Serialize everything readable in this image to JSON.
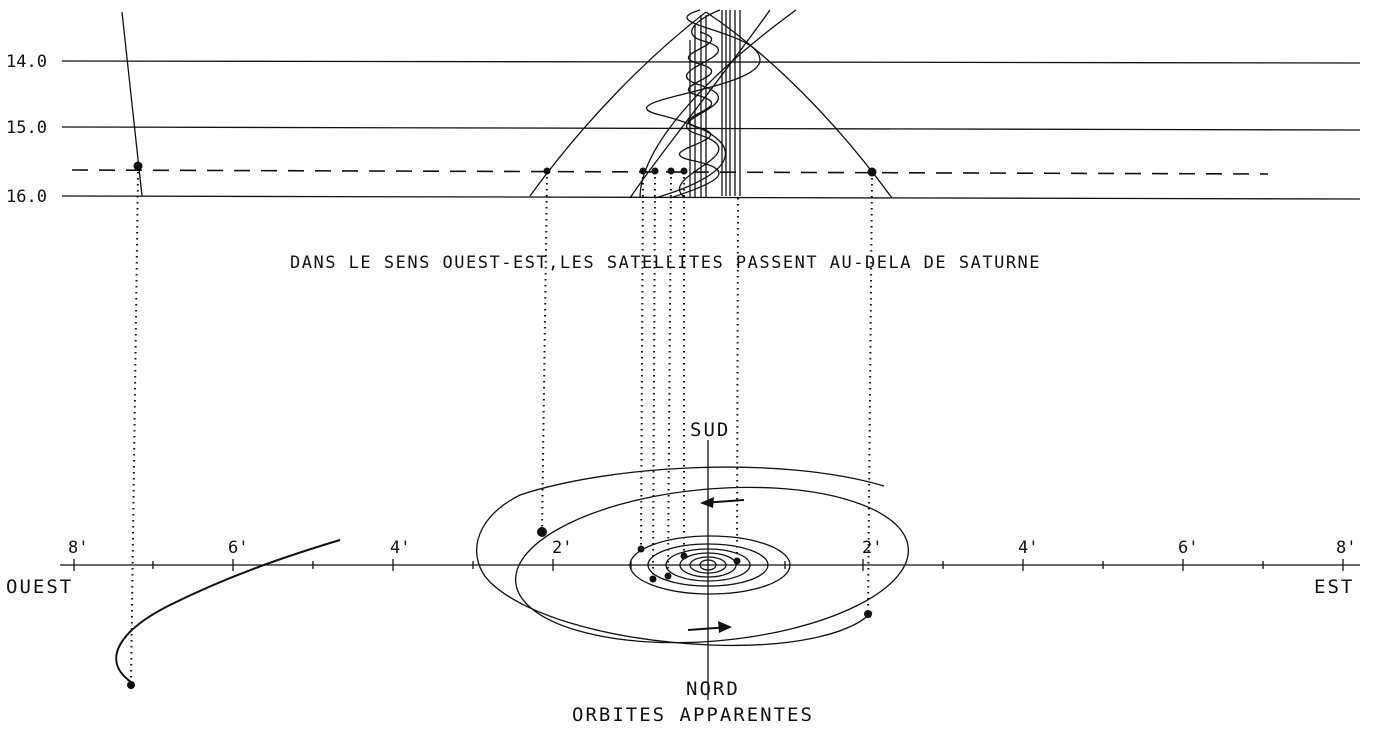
{
  "time_axis": {
    "labels": [
      "14.0",
      "15.0",
      "16.0"
    ]
  },
  "caption": "DANS LE SENS OUEST-EST,LES SATELLITES PASSENT AU-DELA  DE SATURNE",
  "orbit_diagram": {
    "south_label": "SUD",
    "north_label": "NORD",
    "west_label": "OUEST",
    "east_label": "EST",
    "title": "ORBITES APPARENTES",
    "tick_labels": [
      "8'",
      "6'",
      "4'",
      "2'",
      "2'",
      "4'",
      "6'",
      "8'"
    ]
  },
  "colors": {
    "ink": "#111111",
    "background": "#ffffff"
  }
}
